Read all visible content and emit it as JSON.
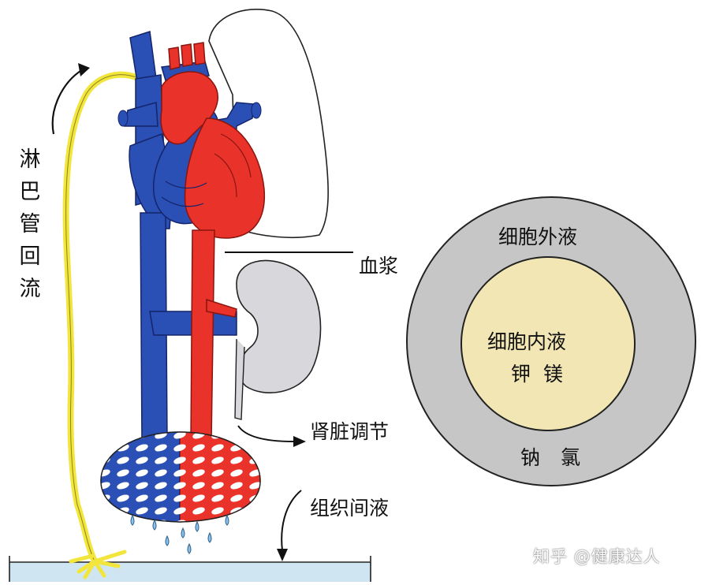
{
  "labels": {
    "lymph_return": [
      "淋",
      "巴",
      "管",
      "回",
      "流"
    ],
    "plasma": "血浆",
    "kidney_regulation": "肾脏调节",
    "interstitial_fluid": "组织间液",
    "extracellular_fluid": "细胞外液",
    "intracellular_fluid": "细胞内液",
    "intracellular_ions": "钾 镁",
    "extracellular_ions": "钠 氯"
  },
  "watermark": "知乎 @健康达人",
  "colors": {
    "vein_blue": "#2a4fb5",
    "artery_red": "#e8322a",
    "lymph_yellow": "#f2e53c",
    "kidney_gray": "#d8d8dc",
    "outer_ring_gray": "#c6c6c6",
    "inner_circle_cream": "#f2e6b4",
    "tissue_water": "#cfe6f2"
  }
}
